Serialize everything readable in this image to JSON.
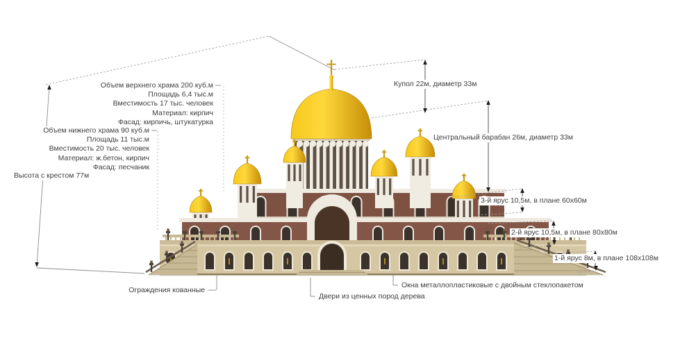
{
  "callouts": {
    "upper_temple": [
      "Объем верхнего храма 200 куб.м",
      "Площадь 6,4 тыс.м",
      "Вместимость 17 тыс. человек",
      "Материал: кирпич",
      "Фасад: кирпичь, штукатурка"
    ],
    "lower_temple": [
      "Объем нижнего храма 90 куб.м",
      "Площадь 11 тыс.м",
      "Вместимость 20 тыс. человек",
      "Материал: ж.бетон, кирпич",
      "Фасад: песчаник"
    ],
    "height": "Высота с крестом 77м",
    "dome": "Купол 22м, диаметр 33м",
    "central_drum": "Центральный барабан 26м, диаметр 33м",
    "tier3": "3-й ярус 10,5м, в плане 60х60м",
    "tier2": "2-й ярус 10,5м, в плане 80х80м",
    "tier1": "1-й ярус 8м, в плане 108х108м",
    "railings": "Ограждения кованные",
    "doors": "Двери из ценных пород дерева",
    "windows": "Окна металлопластиковые с двойным стеклопакетом"
  },
  "colors": {
    "dome_gold": "#F2C20A",
    "brick": "#7E5243",
    "stone": "#D5C7A4",
    "background": "#FFFFFF"
  }
}
